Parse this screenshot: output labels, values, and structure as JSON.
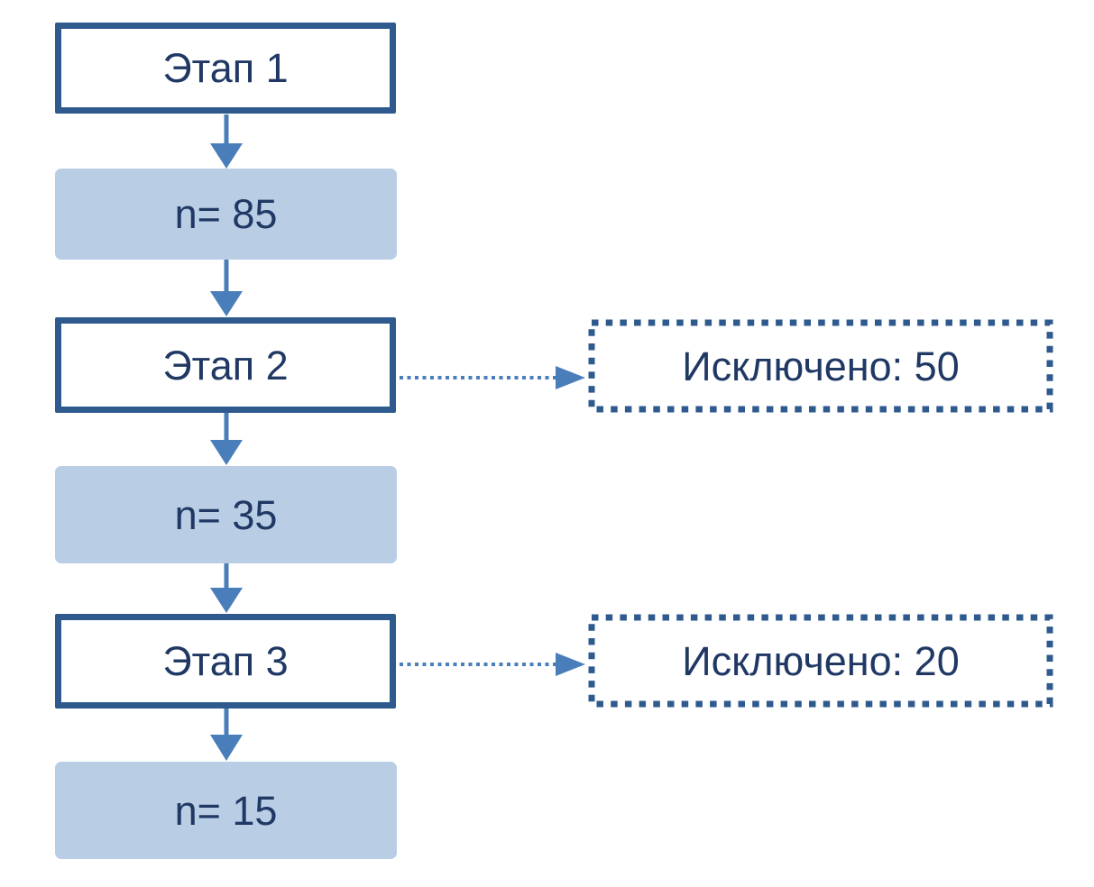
{
  "flowchart": {
    "stages": [
      {
        "label": "Этап 1"
      },
      {
        "label": "Этап 2"
      },
      {
        "label": "Этап 3"
      }
    ],
    "counts": [
      {
        "label": "n= 85"
      },
      {
        "label": "n= 35"
      },
      {
        "label": "n= 15"
      }
    ],
    "exclusions": [
      {
        "label": "Исключено: 50"
      },
      {
        "label": "Исключено: 20"
      }
    ],
    "colors": {
      "border_dark_blue": "#2E5A8E",
      "fill_light_blue": "#B9CDE5",
      "arrow_blue": "#4A7EBA",
      "text_navy": "#203864",
      "background": "#FFFFFF"
    }
  }
}
